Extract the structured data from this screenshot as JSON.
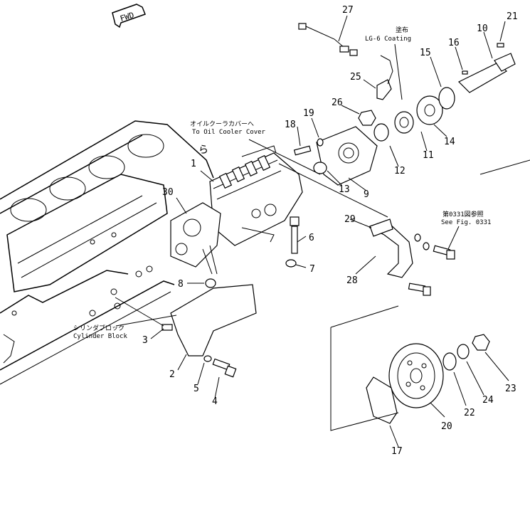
{
  "fwd_label": "FWD",
  "callouts": {
    "oil_cooler_jp": "オイルクーラカバーへ",
    "oil_cooler_en": "To Oil Cooler Cover",
    "coating_jp": "塗布",
    "coating_en": "LG-6 Coating",
    "cylinder_block_jp": "シリンダブロック",
    "cylinder_block_en": "Cylinder Block",
    "see_fig_jp": "第0331図参照",
    "see_fig_en": "See Fig. 0331",
    "handwritten_mark": "ら"
  },
  "part_numbers": [
    "1",
    "2",
    "3",
    "4",
    "5",
    "6",
    "7",
    "8",
    "9",
    "10",
    "11",
    "12",
    "13",
    "14",
    "15",
    "16",
    "17",
    "18",
    "19",
    "20",
    "21",
    "22",
    "23",
    "24",
    "25",
    "26",
    "27",
    "28",
    "29",
    "30"
  ]
}
